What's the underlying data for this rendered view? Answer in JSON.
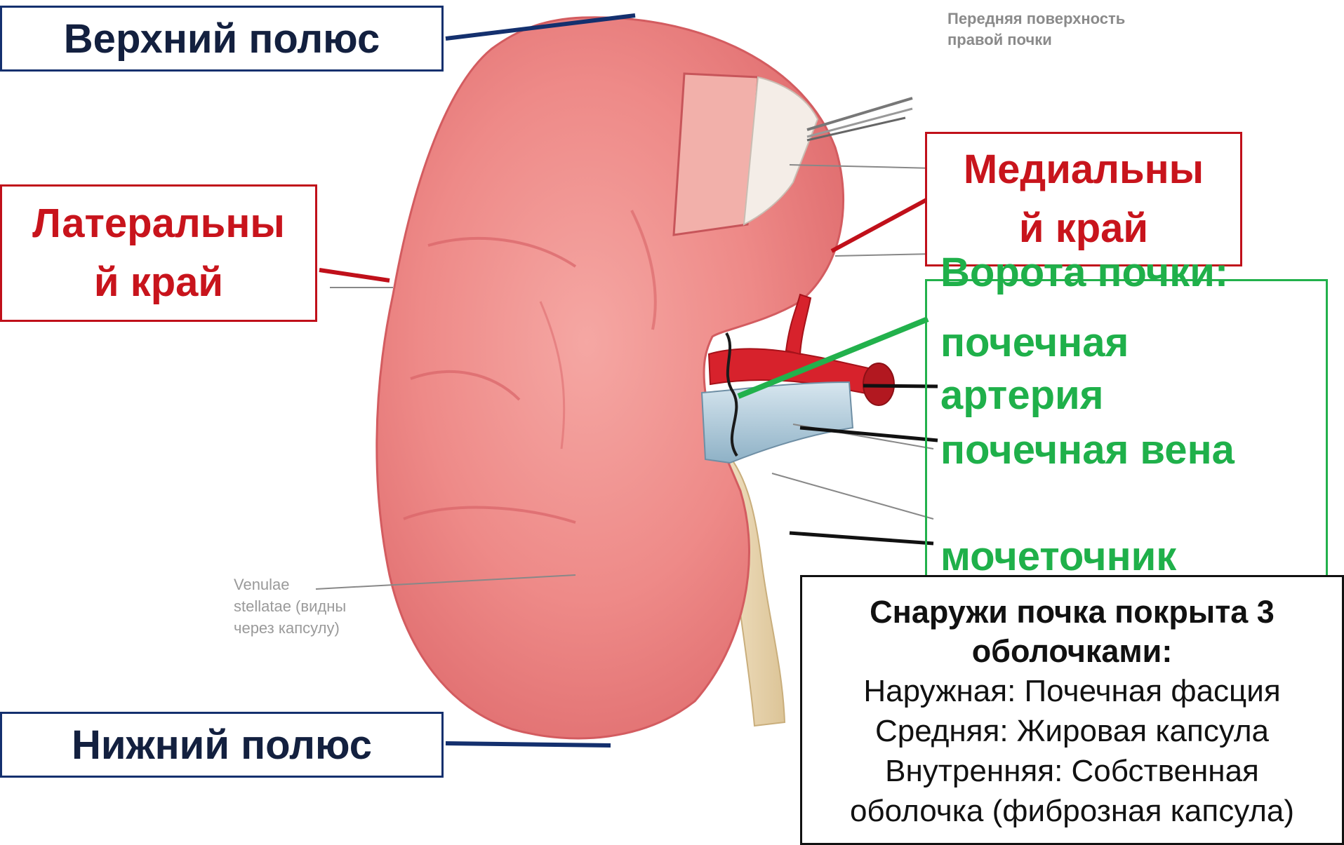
{
  "labels": {
    "upper_pole": "Верхний полюс",
    "lower_pole": "Нижний полюс",
    "lateral_edge": [
      "Латеральны",
      "й край"
    ],
    "medial_edge": [
      "Медиальны",
      "й край"
    ]
  },
  "source_caption": [
    "Передняя поверхность",
    "правой почки"
  ],
  "venulae_caption": [
    "Venulae",
    "stellatae (видны",
    "через капсулу)"
  ],
  "hilum": {
    "title": "Ворота почки:",
    "items": [
      "почечная",
      "артерия",
      "почечная вена",
      "мочеточник"
    ]
  },
  "info": {
    "title": [
      "Снаружи почка покрыта 3",
      "оболочками:"
    ],
    "lines": [
      "Наружная: Почечная фасция",
      "Средняя: Жировая капсула",
      "Внутренняя: Собственная",
      "оболочка (фиброзная капсула)"
    ]
  },
  "colors": {
    "navy": "#14306e",
    "red": "#c0101a",
    "green": "#22b14c",
    "kidney": "#ee8a88",
    "artery": "#d7222c",
    "vein": "#a9c6d8",
    "ureter": "#efdcb4"
  },
  "icons": [
    "kidney-illustration",
    "forceps-icon"
  ]
}
